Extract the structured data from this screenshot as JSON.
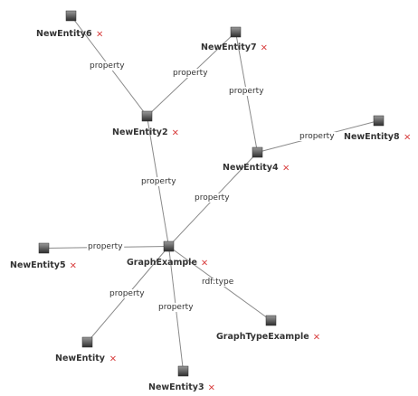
{
  "graph": {
    "nodes": [
      {
        "id": "e6",
        "label": "NewEntity6",
        "remove_glyph": "×"
      },
      {
        "id": "e7",
        "label": "NewEntity7",
        "remove_glyph": "×"
      },
      {
        "id": "e2",
        "label": "NewEntity2",
        "remove_glyph": "×"
      },
      {
        "id": "e8",
        "label": "NewEntity8",
        "remove_glyph": "×"
      },
      {
        "id": "e4",
        "label": "NewEntity4",
        "remove_glyph": "×"
      },
      {
        "id": "e5",
        "label": "NewEntity5",
        "remove_glyph": "×"
      },
      {
        "id": "ge",
        "label": "GraphExample",
        "remove_glyph": "×"
      },
      {
        "id": "gte",
        "label": "GraphTypeExample",
        "remove_glyph": "×"
      },
      {
        "id": "e1",
        "label": "NewEntity",
        "remove_glyph": "×"
      },
      {
        "id": "e3",
        "label": "NewEntity3",
        "remove_glyph": "×"
      }
    ],
    "edges": [
      {
        "source": "e6",
        "target": "e2",
        "label": "property"
      },
      {
        "source": "e7",
        "target": "e2",
        "label": "property"
      },
      {
        "source": "e7",
        "target": "e4",
        "label": "property"
      },
      {
        "source": "e4",
        "target": "e8",
        "label": "property"
      },
      {
        "source": "e2",
        "target": "ge",
        "label": "property"
      },
      {
        "source": "ge",
        "target": "e4",
        "label": "property"
      },
      {
        "source": "e5",
        "target": "ge",
        "label": "property"
      },
      {
        "source": "ge",
        "target": "e1",
        "label": "property"
      },
      {
        "source": "ge",
        "target": "e3",
        "label": "property"
      },
      {
        "source": "ge",
        "target": "gte",
        "label": "rdf:type"
      }
    ]
  },
  "colors": {
    "edge": "#8a8a8a",
    "node_light": "#9a9a9a",
    "node_dark": "#2e2e2e",
    "label_text": "#333333",
    "remove_icon": "#d42a2a"
  }
}
